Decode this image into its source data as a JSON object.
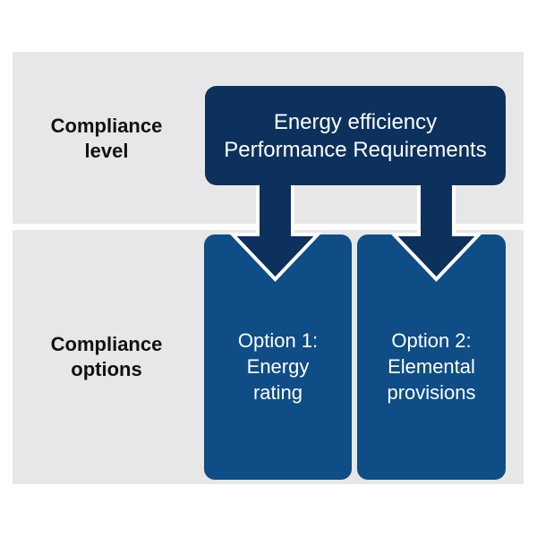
{
  "diagram": {
    "title_box": {
      "line1": "Energy efficiency",
      "line2": "Performance Requirements"
    },
    "rows": [
      {
        "label_line1": "Compliance",
        "label_line2": "level"
      },
      {
        "label_line1": "Compliance",
        "label_line2": "options"
      }
    ],
    "options": [
      {
        "line1": "Option 1:",
        "line2": "Energy",
        "line3": "rating"
      },
      {
        "line1": "Option 2:",
        "line2": "Elemental",
        "line3": "provisions"
      }
    ],
    "colors": {
      "background": "#ffffff",
      "band": "#e7e7e7",
      "top_box": "#0b315c",
      "option_box": "#0e4d86",
      "arrow_fill": "#0b315c",
      "arrow_outline": "#ffffff",
      "label_text": "#111111",
      "box_text": "#ffffff"
    }
  }
}
